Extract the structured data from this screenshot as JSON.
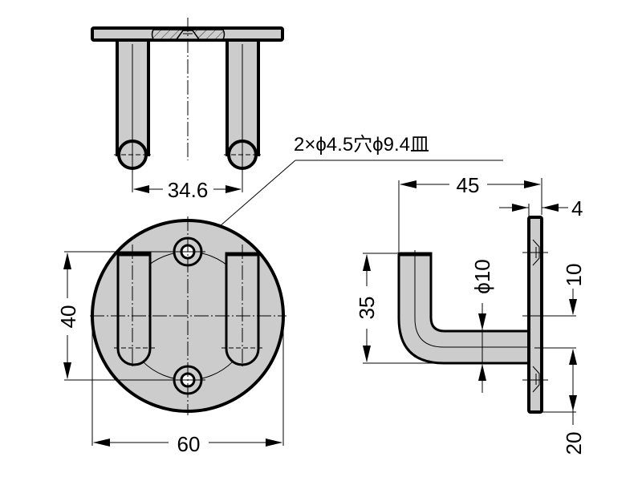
{
  "drawing": {
    "subject": "wall hook with round base plate",
    "views": [
      "top-view",
      "front-view",
      "side-view"
    ],
    "colors": {
      "part_fill": "#cccccc",
      "line": "#000000",
      "background": "#ffffff"
    }
  },
  "annotations": {
    "hole_callout": "2×ϕ4.5穴ϕ9.4皿"
  },
  "dimensions": {
    "top_view": {
      "post_spacing": "34.6"
    },
    "front_view": {
      "hole_spacing": "40",
      "plate_diameter": "60"
    },
    "side_view": {
      "projection": "45",
      "plate_thickness": "4",
      "hook_height": "35",
      "rod_diameter": "ϕ10",
      "hole_to_rod_offset": "10",
      "rod_to_bottom": "20"
    }
  }
}
